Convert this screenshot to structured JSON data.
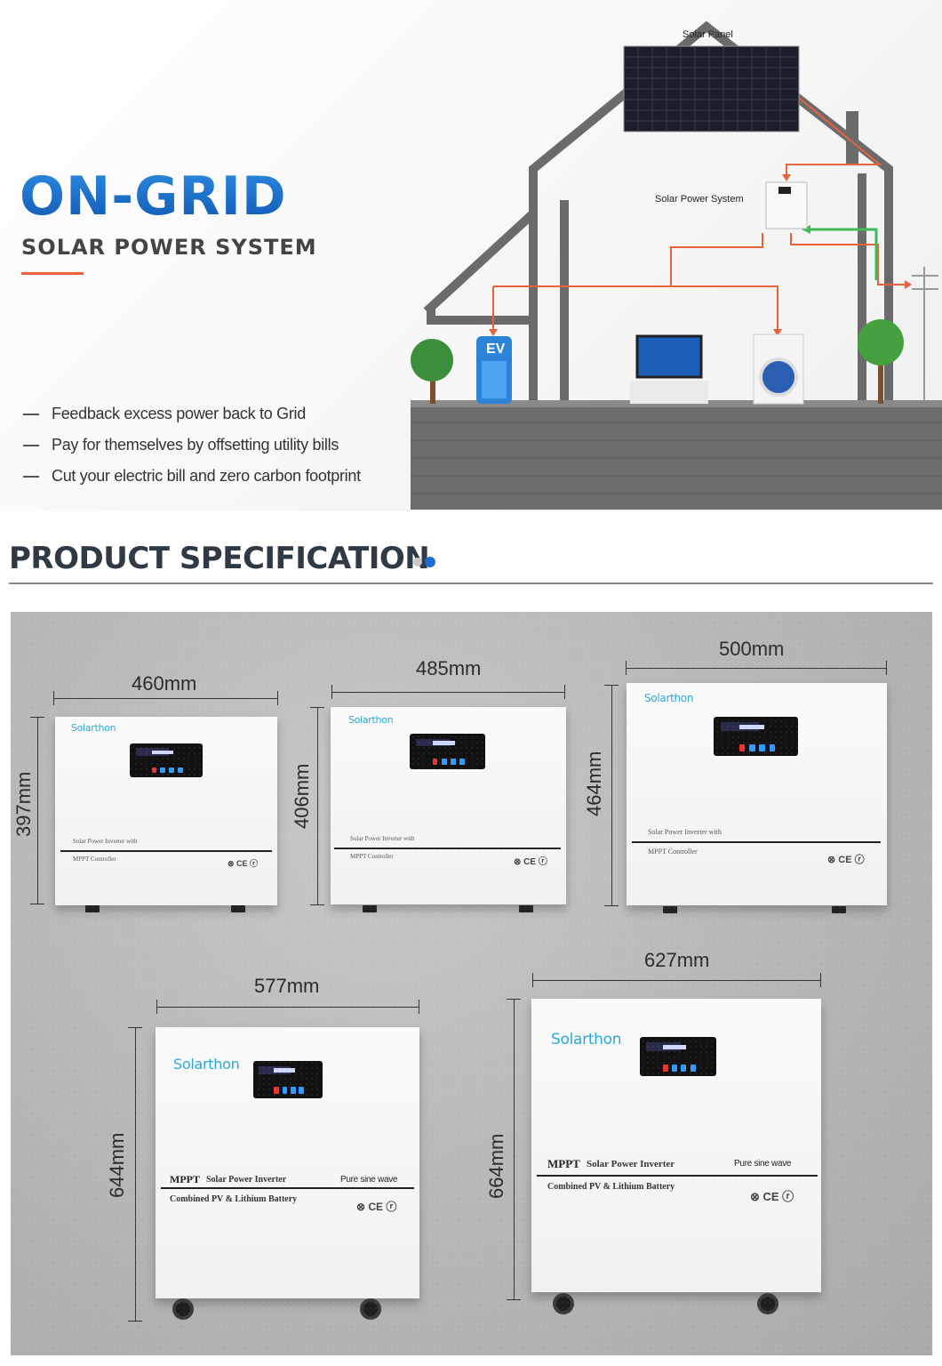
{
  "hero": {
    "title": "ON-GRID",
    "subtitle": "SOLAR POWER SYSTEM",
    "features": [
      "Feedback excess power back to Grid",
      "Pay for themselves by offsetting utility bills",
      "Cut your electric bill and zero carbon footprint"
    ],
    "labels": {
      "solar_panel": "Solar Panel",
      "solar_power_system": "Solar Power System",
      "ev": "EV"
    }
  },
  "spec": {
    "title": "PRODUCT SPECIFICATION"
  },
  "units": [
    {
      "width": "460mm",
      "height": "397mm",
      "brand": "Solarthon",
      "line1": "Solar Power Inverter with",
      "line2": "MPPT Controller",
      "cert": "⊗ CE ⓡ"
    },
    {
      "width": "485mm",
      "height": "406mm",
      "brand": "Solarthon",
      "line1": "Solar Power Inverter with",
      "line2": "MPPT Controller",
      "cert": "⊗ CE ⓡ"
    },
    {
      "width": "500mm",
      "height": "464mm",
      "brand": "Solarthon",
      "line1": "Solar Power Inverter with",
      "line2": "MPPT Controller",
      "cert": "⊗ CE ⓡ"
    },
    {
      "width": "577mm",
      "height": "644mm",
      "brand": "Solarthon",
      "line1_bold": "MPPT",
      "line1": "Solar Power Inverter",
      "pure": "Pure sine wave",
      "line2": "Combined PV & Lithium Battery",
      "cert": "⊗ CE ⓡ"
    },
    {
      "width": "627mm",
      "height": "664mm",
      "brand": "Solarthon",
      "line1_bold": "MPPT",
      "line1": "Solar Power Inverter",
      "pure": "Pure sine wave",
      "line2": "Combined PV & Lithium Battery",
      "cert": "⊗ CE ⓡ"
    }
  ],
  "colors": {
    "title_blue": "#1a6fcf",
    "accent_orange": "#e8633a",
    "flow_green": "#3dbb5a",
    "brand_cyan": "#2aa7d6"
  }
}
